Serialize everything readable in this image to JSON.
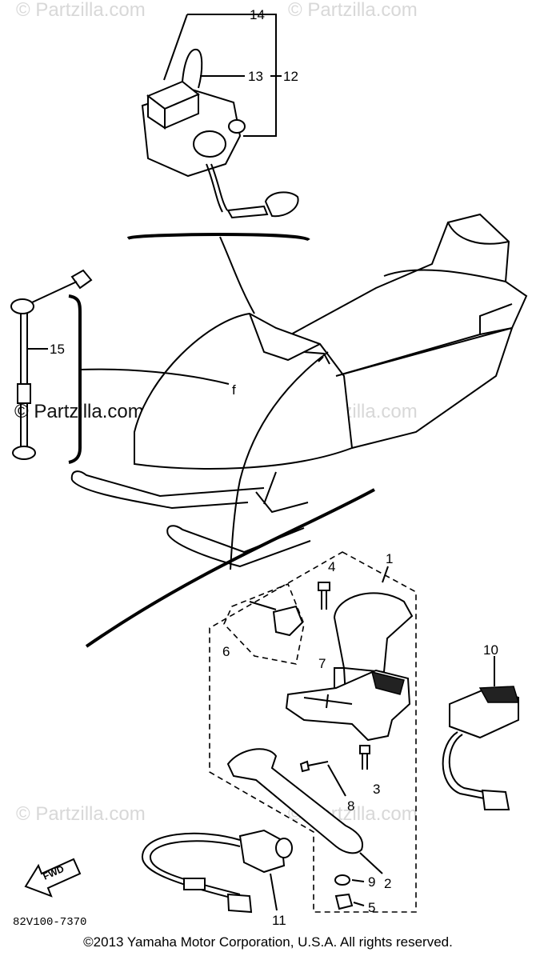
{
  "watermarks": {
    "top_left": "© Partzilla.com",
    "top_right": "© Partzilla.com",
    "mid_left": "© Partzilla.com",
    "mid_right": "© Partzilla.com",
    "bottom_left": "© Partzilla.com",
    "bottom_right": "© Partzilla.com"
  },
  "labels": {
    "p1": "1",
    "p2": "2",
    "p3": "3",
    "p4": "4",
    "p5": "5",
    "p6": "6",
    "p7": "7",
    "p8": "8",
    "p9": "9",
    "p10": "10",
    "p11": "11",
    "p12": "12",
    "p13": "13",
    "p14": "14",
    "p15": "15",
    "pf": "f"
  },
  "fwd_arrow": "FWD",
  "diagram_code": "82V100-7370",
  "copyright": "©2013  Yamaha Motor Corporation, U.S.A. All rights reserved."
}
